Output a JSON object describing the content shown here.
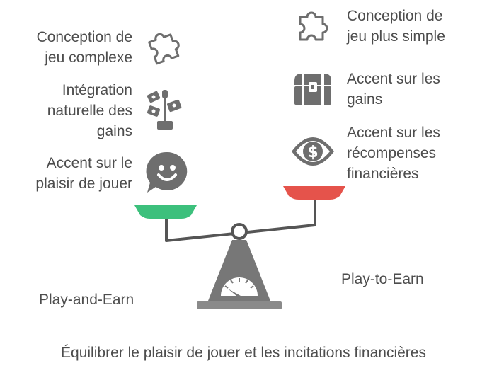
{
  "left": {
    "items": [
      {
        "label": "Conception de\njeu complexe",
        "icon": "puzzle-icon"
      },
      {
        "label": "Intégration\nnaturelle des\ngains",
        "icon": "plant-money-icon"
      },
      {
        "label": "Accent sur le\nplaisir de jouer",
        "icon": "smiley-chat-icon"
      }
    ],
    "name": "Play-and-Earn",
    "pan_color": "#3cc07c"
  },
  "right": {
    "items": [
      {
        "label": "Conception de\njeu plus simple",
        "icon": "puzzle-icon"
      },
      {
        "label": "Accent sur les\ngains",
        "icon": "treasure-chest-icon"
      },
      {
        "label": "Accent sur les\nrécompenses\nfinancières",
        "icon": "dollar-eye-icon"
      }
    ],
    "name": "Play-to-Earn",
    "pan_color": "#e5534b"
  },
  "caption": "Équilibrer le plaisir de jouer et les incitations financières",
  "icon_color": "#6e6e6e"
}
